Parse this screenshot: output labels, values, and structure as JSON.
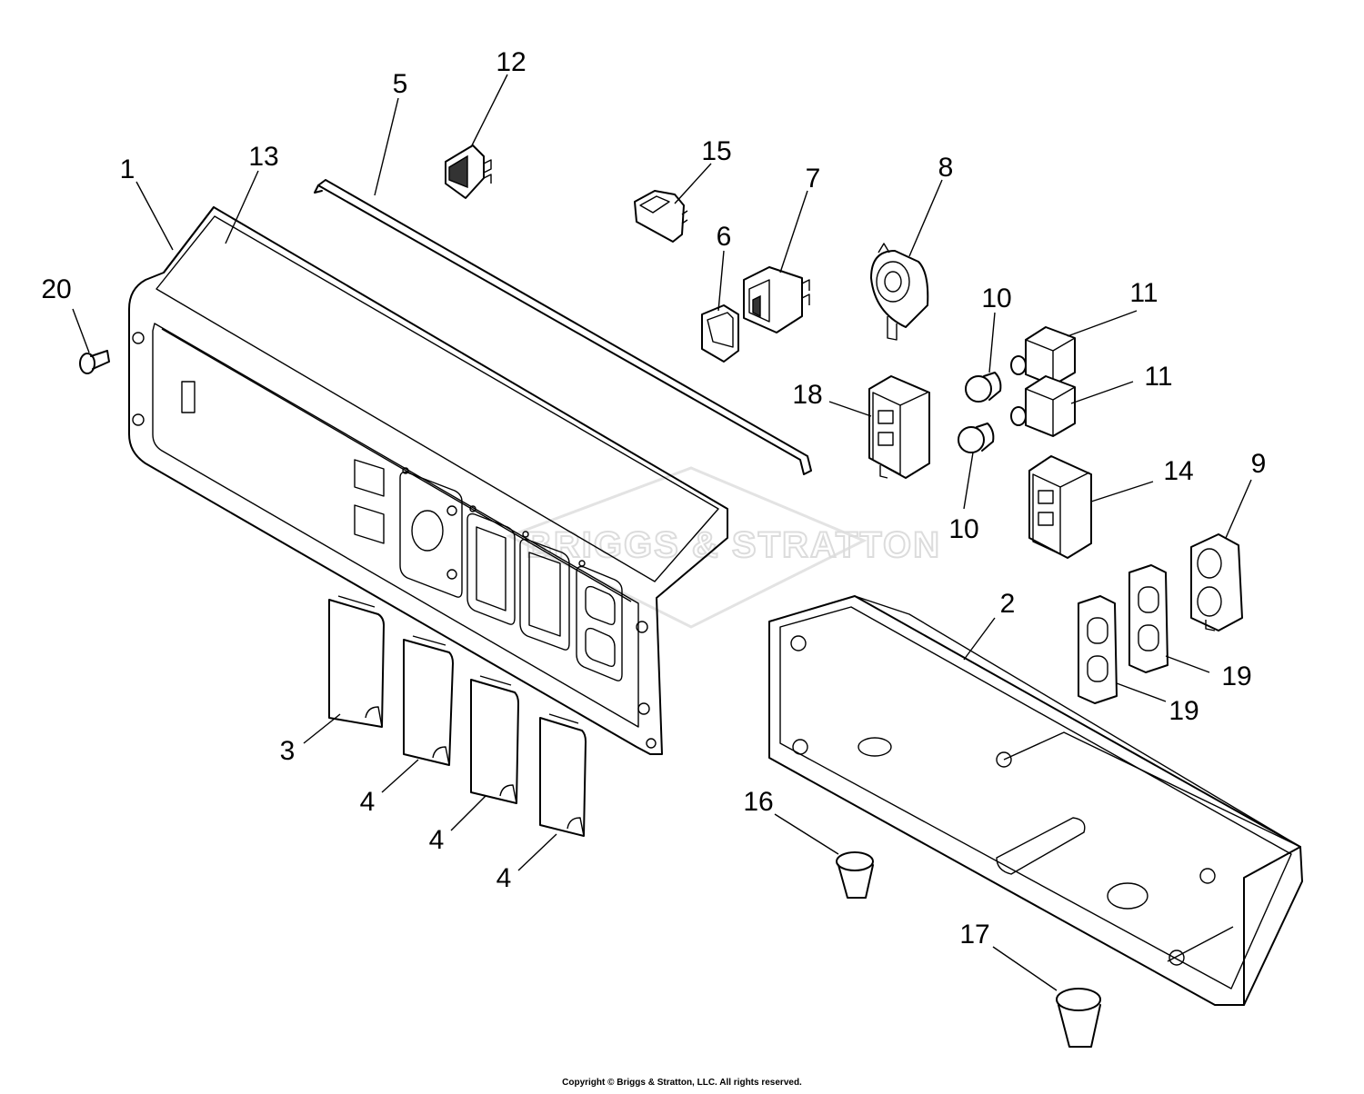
{
  "watermark": {
    "text": "BRIGGS & STRATTON"
  },
  "copyright": "Copyright © Briggs & Stratton, LLC. All rights reserved.",
  "callouts": {
    "c1": "1",
    "c2": "2",
    "c3": "3",
    "c4a": "4",
    "c4b": "4",
    "c4c": "4",
    "c5": "5",
    "c6": "6",
    "c7": "7",
    "c8": "8",
    "c9": "9",
    "c10a": "10",
    "c10b": "10",
    "c11a": "11",
    "c11b": "11",
    "c12": "12",
    "c13": "13",
    "c14": "14",
    "c15": "15",
    "c16": "16",
    "c17": "17",
    "c18": "18",
    "c19a": "19",
    "c19b": "19",
    "c20": "20"
  }
}
